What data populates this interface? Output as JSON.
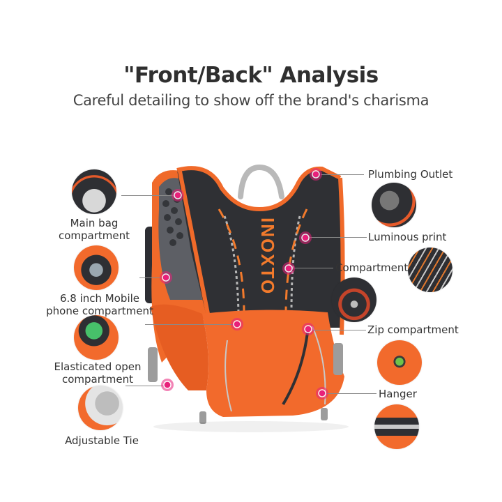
{
  "header": {
    "title": "\"Front/Back\" Analysis",
    "subtitle": "Careful detailing to show off the brand's charisma"
  },
  "product": {
    "brand_print": "INOXTO",
    "colors": {
      "orange": "#f26a2c",
      "dark": "#2f3034",
      "gray": "#b4b4b4",
      "hotspot": "#e8207a"
    }
  },
  "left_features": [
    {
      "label_line1": "Main bag",
      "label_line2": "compartment"
    },
    {
      "label_line1": "6.8 inch Mobile",
      "label_line2": "phone compartment"
    },
    {
      "label_line1": "Elasticated open",
      "label_line2": "compartment"
    },
    {
      "label_line1": "Adjustable Tie",
      "label_line2": ""
    }
  ],
  "right_features": [
    {
      "label": "Plumbing Outlet"
    },
    {
      "label": "Luminous print"
    },
    {
      "label": "Compartment"
    },
    {
      "label": "Zip compartment"
    },
    {
      "label": "Hanger"
    }
  ]
}
